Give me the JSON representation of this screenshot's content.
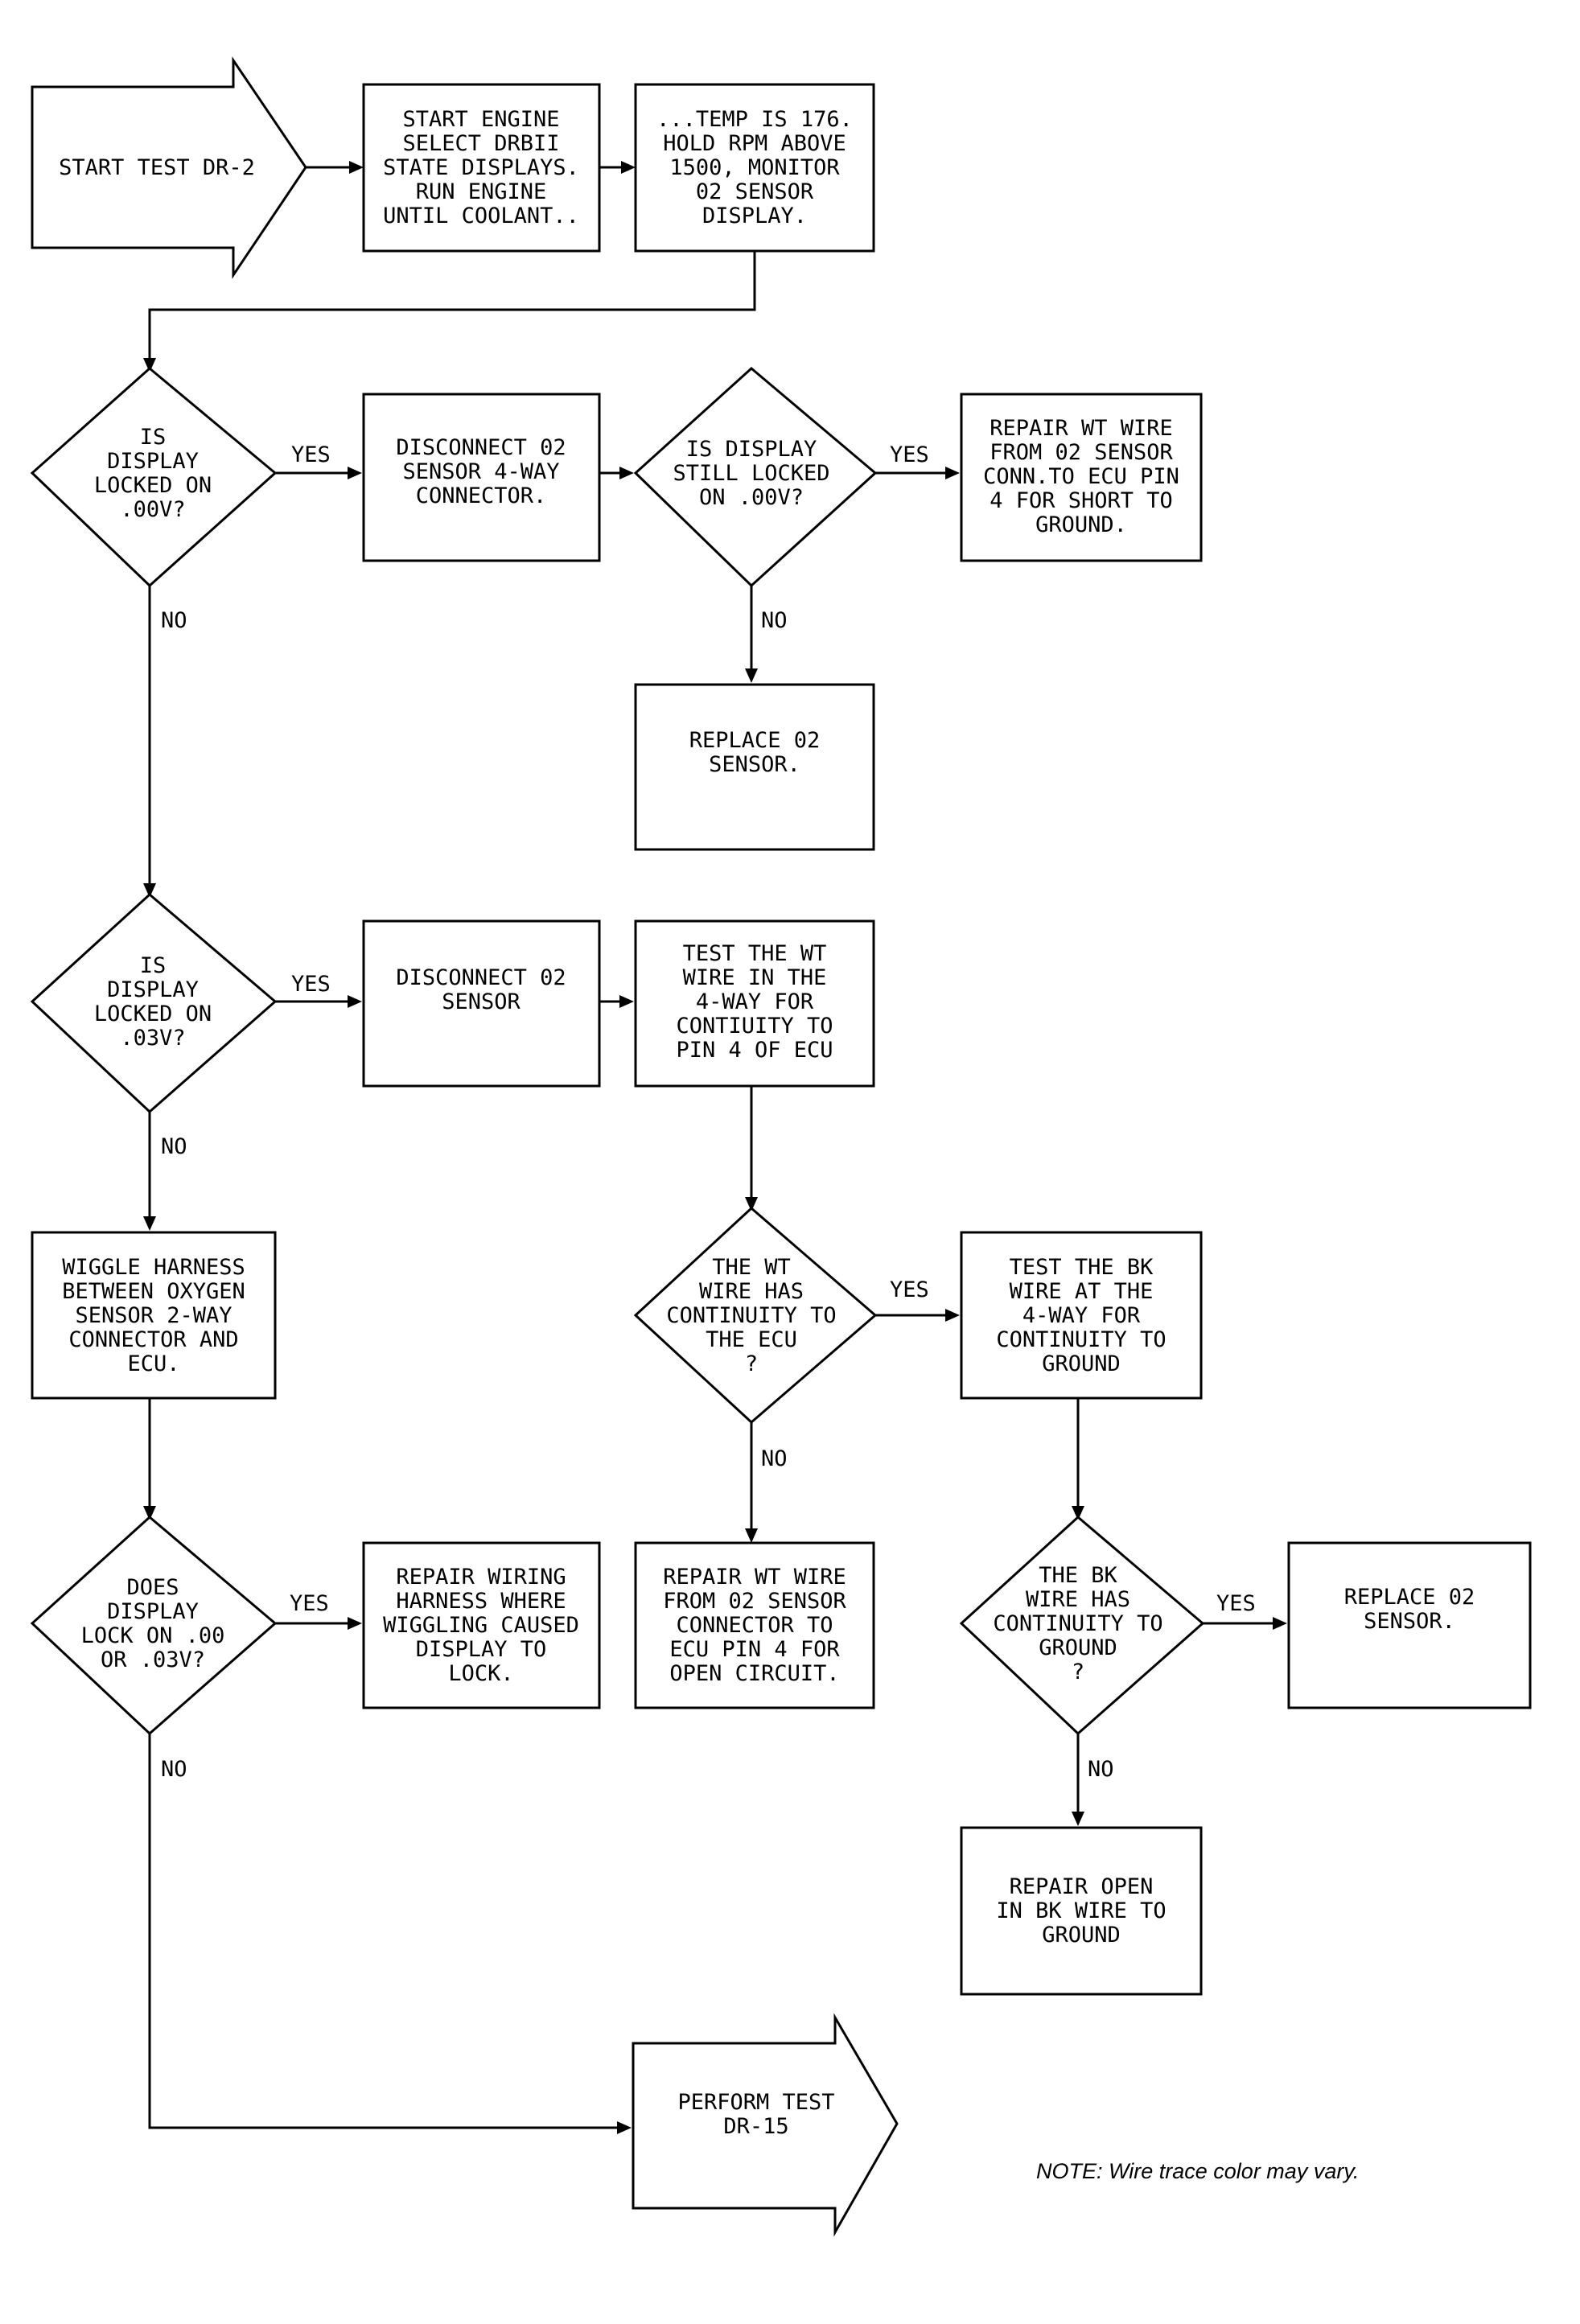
{
  "nodes": {
    "start": [
      "START TEST DR-2"
    ],
    "step1": [
      "START ENGINE",
      "SELECT DRBII",
      "STATE DISPLAYS.",
      "RUN ENGINE",
      "UNTIL COOLANT.."
    ],
    "step2": [
      "...TEMP IS 176.",
      "HOLD RPM ABOVE",
      "1500, MONITOR",
      "02 SENSOR",
      "DISPLAY."
    ],
    "q1": [
      "IS",
      "DISPLAY",
      "LOCKED ON",
      ".00V?"
    ],
    "a1": [
      "DISCONNECT 02",
      "SENSOR 4-WAY",
      "CONNECTOR."
    ],
    "q2": [
      "IS DISPLAY",
      "STILL LOCKED",
      "ON .00V?"
    ],
    "a2": [
      "REPAIR WT WIRE",
      "FROM 02 SENSOR",
      "CONN.TO ECU PIN",
      "4 FOR SHORT TO",
      "GROUND."
    ],
    "a3": [
      "REPLACE 02",
      "SENSOR."
    ],
    "q3": [
      "IS",
      "DISPLAY",
      "LOCKED ON",
      ".03V?"
    ],
    "b1": [
      "DISCONNECT 02",
      "SENSOR"
    ],
    "b2": [
      "TEST THE WT",
      "WIRE IN THE",
      "4-WAY FOR",
      "CONTIUITY TO",
      "PIN 4 OF ECU"
    ],
    "c1": [
      "WIGGLE HARNESS",
      "BETWEEN OXYGEN",
      "SENSOR 2-WAY",
      "CONNECTOR AND",
      "ECU."
    ],
    "q4": [
      "THE WT",
      "WIRE HAS",
      "CONTINUITY TO",
      "THE ECU",
      "?"
    ],
    "d1": [
      "TEST THE BK",
      "WIRE AT THE",
      "4-WAY FOR",
      "CONTINUITY TO",
      "GROUND"
    ],
    "q5": [
      "DOES",
      "DISPLAY",
      "LOCK ON .00",
      "OR .03V?"
    ],
    "e1": [
      "REPAIR WIRING",
      "HARNESS WHERE",
      "WIGGLING CAUSED",
      "DISPLAY TO",
      "LOCK."
    ],
    "e2": [
      "REPAIR WT WIRE",
      "FROM 02 SENSOR",
      "CONNECTOR TO",
      "ECU PIN 4 FOR",
      "OPEN CIRCUIT."
    ],
    "q6": [
      "THE BK",
      "WIRE HAS",
      "CONTINUITY TO",
      "GROUND",
      "?"
    ],
    "f1": [
      "REPLACE 02",
      "SENSOR."
    ],
    "g1": [
      "REPAIR OPEN",
      "IN BK WIRE TO",
      "GROUND"
    ],
    "end": [
      "PERFORM TEST",
      "DR-15"
    ]
  },
  "edge_labels": {
    "yes": "YES",
    "no": "NO"
  },
  "note": "NOTE: Wire trace color may vary."
}
